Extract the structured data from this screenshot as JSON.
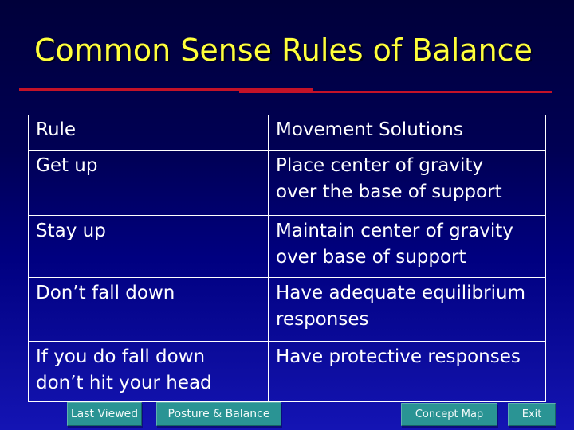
{
  "slide": {
    "title": "Common Sense Rules of Balance"
  },
  "table": {
    "columns": [
      "Rule",
      "Movement Solutions"
    ],
    "rows": [
      {
        "rule": "Get up",
        "solution": "Place center of gravity\nover the base of support"
      },
      {
        "rule": "Stay up",
        "solution": "Maintain center of gravity\nover base of support"
      },
      {
        "rule": "Don’t fall down",
        "solution": "Have adequate equilibrium\nresponses"
      },
      {
        "rule": "If you do fall down\ndon’t hit your head",
        "solution": "Have protective responses"
      }
    ]
  },
  "navbar": {
    "buttons": [
      {
        "label": "Last Viewed"
      },
      {
        "label": "Posture & Balance"
      },
      {
        "label": "Concept Map"
      },
      {
        "label": "Exit"
      }
    ]
  },
  "colors": {
    "background_top": "#00003a",
    "background_bottom": "#1414b4",
    "title_text": "#ffff3b",
    "divider_red": "#c41228",
    "table_border": "#ffffff",
    "table_text": "#ffffff",
    "button_fill": "#2a9494",
    "button_text": "#f2fafa"
  }
}
